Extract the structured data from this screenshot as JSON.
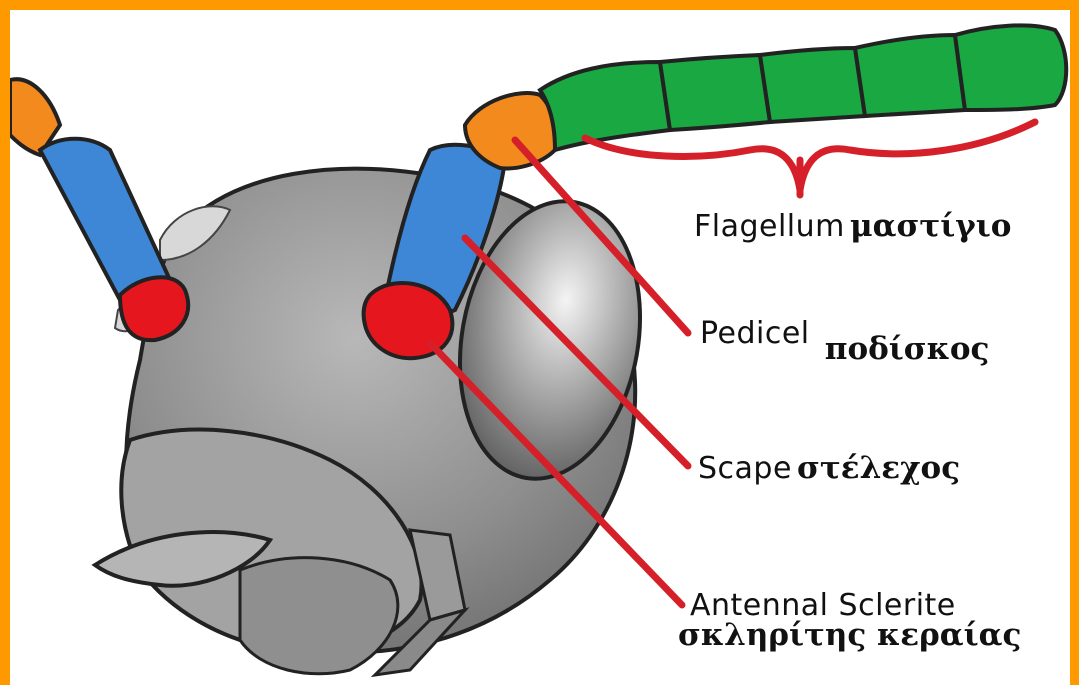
{
  "labels": {
    "flagellum": {
      "en": "Flagellum",
      "gr": "μαστίγιο"
    },
    "pedicel": {
      "en": "Pedicel",
      "gr": "ποδίσκος"
    },
    "scape": {
      "en": "Scape",
      "gr": "στέλεχος"
    },
    "antennal_sclerite": {
      "en": "Antennal Sclerite",
      "gr": "σκληρίτης κεραίας"
    }
  },
  "colors": {
    "border": "#ff9900",
    "flagellum": "#1aa843",
    "pedicel": "#f28a1e",
    "scape": "#3d87d6",
    "antennal_sclerite": "#e5161d",
    "leader_lines": "#d5202a",
    "head": "#8a8a8a"
  }
}
